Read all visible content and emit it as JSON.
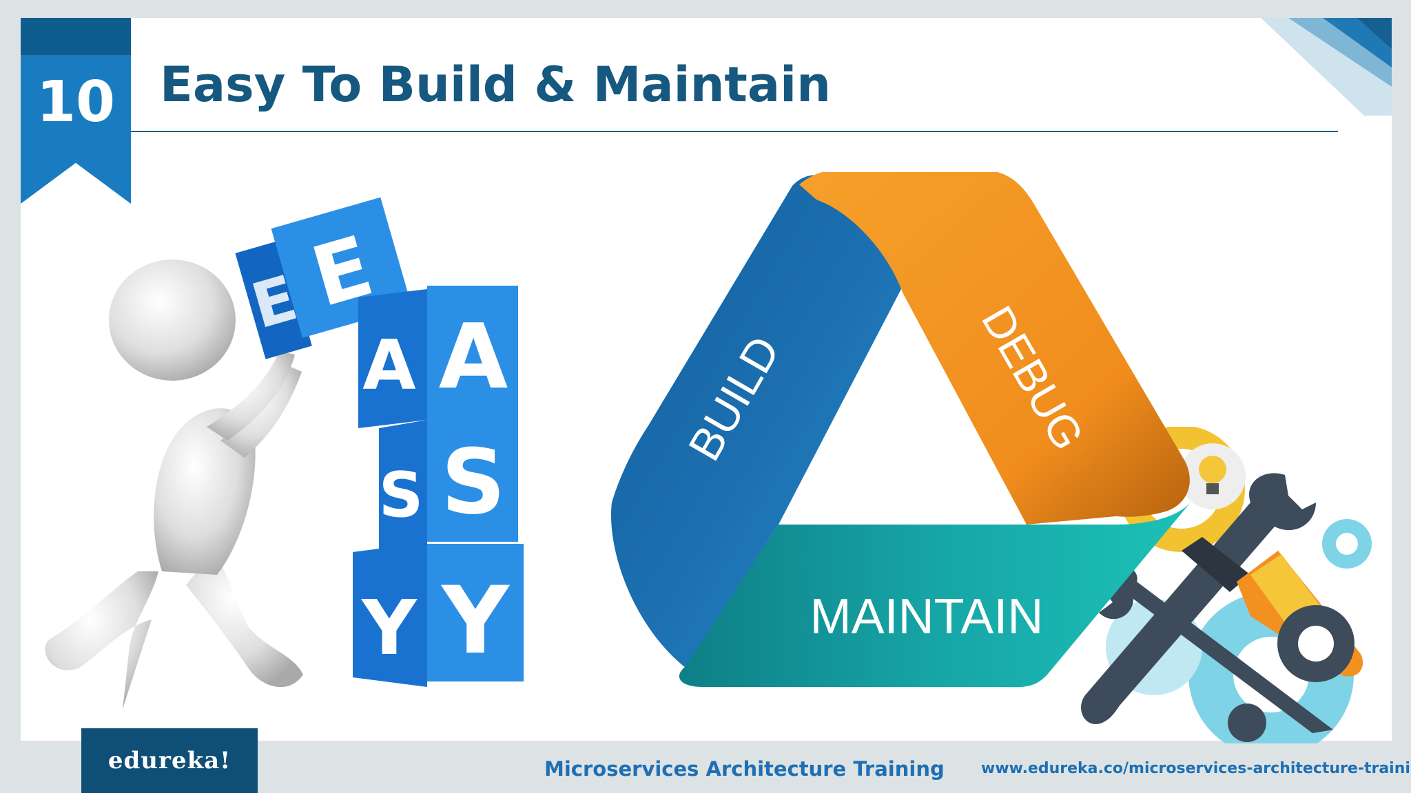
{
  "slide": {
    "number": "10",
    "title": "Easy To Build & Maintain"
  },
  "cubes": {
    "front_letters": [
      "E",
      "A",
      "S",
      "Y"
    ],
    "side_letters": [
      "E",
      "A",
      "S",
      "Y"
    ]
  },
  "cycle": {
    "segments": [
      {
        "label": "BUILD",
        "color": "#1c6fb0"
      },
      {
        "label": "DEBUG",
        "color": "#f29020"
      },
      {
        "label": "MAINTAIN",
        "color": "#1aa6a3"
      }
    ]
  },
  "footer": {
    "logo": "edureka!",
    "course": "Microservices Architecture Training",
    "url": "www.edureka.co/microservices-architecture-training"
  },
  "colors": {
    "ribbon": "#1a7cc0",
    "title": "#16587f",
    "footer_text": "#1e6fb3",
    "logo_bg": "#0f4f75",
    "cube_blue": "#2b8fe6"
  },
  "icons": [
    "person-figure-icon",
    "lightbulb-icon",
    "wrench-icon",
    "screwdriver-icon",
    "gear-icon"
  ]
}
